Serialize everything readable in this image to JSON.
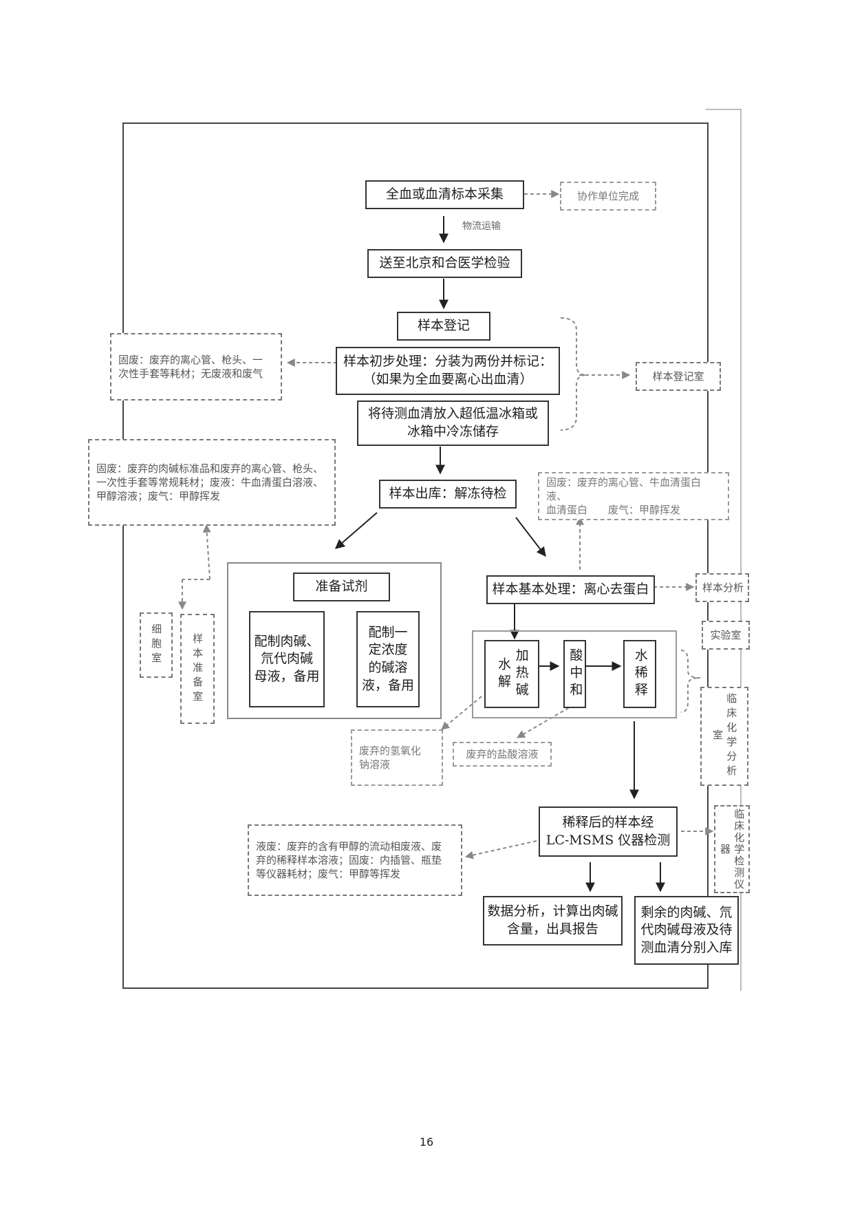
{
  "flow": {
    "collect": "全血或血清标本采集",
    "partner": "协作单位完成",
    "transport": "物流运输",
    "send": "送至北京和合医学检验",
    "register": "样本登记",
    "initial": "样本初步处理：分装为两份并标记：\n（如果为全血要离心出血清）",
    "freeze": "将待测血清放入超低温冰箱或\n冰箱中冷冻储存",
    "register_room": "样本登记室",
    "waste1": "固废：废弃的离心管、枪头、一\n次性手套等耗材；无废液和废气",
    "release": "样本出库：解冻待检",
    "waste2": "固废：废弃的肉碱标准品和废弃的离心管、枪头、\n一次性手套等常规耗材；废液：牛血清蛋白溶液、\n甲醇溶液；废气：甲醇挥发",
    "waste3": "固废：废弃的离心管、牛血清蛋白液、\n血清蛋白　　废气：甲醇挥发",
    "reagent_title": "准备试剂",
    "reagent_a": "配制肉碱、\n氘代肉碱\n母液，备用",
    "reagent_b": "配制一\n定浓度\n的碱溶\n液，备用",
    "cell_room": "细胞室",
    "prep_room": "样本准备室",
    "basic": "样本基本处理：离心去蛋白",
    "analysis_room": "样本分析",
    "hydrolysis": "加热碱水解",
    "acid": "酸中和",
    "water": "水稀释",
    "lab_room": "实验室",
    "clinical_room": "临床化学分析室",
    "waste_naoh": "废弃的氢氧化\n钠溶液",
    "waste_hcl": "废弃的盐酸溶液",
    "lcms": "稀释后的样本经\nLC-MSMS 仪器检测",
    "instrument_room": "临床化学检测仪器",
    "waste4": "液废：废弃的含有甲醇的流动相废液、废\n弃的稀释样本溶液；固废：内插管、瓶垫\n等仪器耗材；废气：甲醇等挥发",
    "report": "数据分析，计算出肉碱\n含量，出具报告",
    "storage": "剩余的肉碱、氘\n代肉碱母液及待\n测血清分别入库"
  },
  "page_number": "16"
}
